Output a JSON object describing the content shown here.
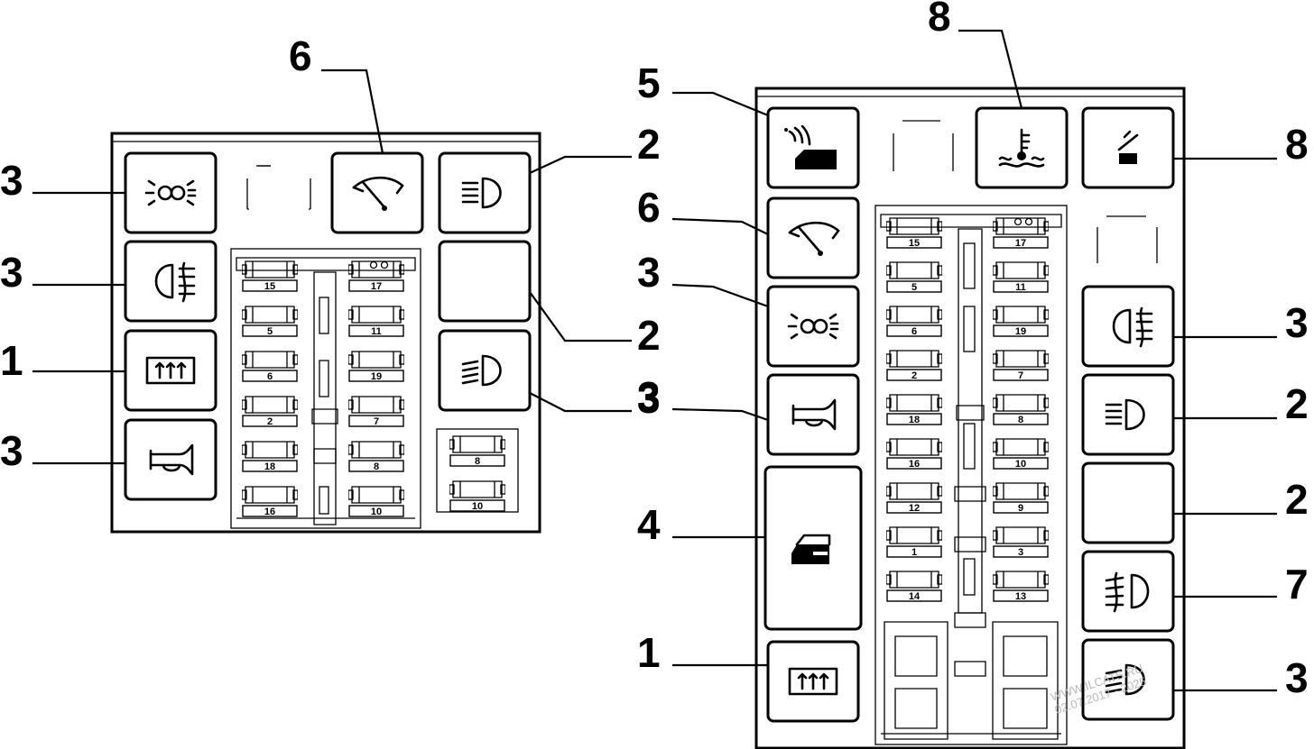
{
  "left_panel": {
    "callouts_left": [
      "3",
      "3",
      "1",
      "3"
    ],
    "callout_top": "6",
    "callouts_right": [
      "2",
      "2",
      "3"
    ],
    "fuses_left_col": [
      "15",
      "5",
      "6",
      "2",
      "18",
      "16"
    ],
    "fuses_right_col": [
      "17",
      "11",
      "19",
      "7",
      "8",
      "10"
    ],
    "aux_fuses": [
      "8",
      "10"
    ],
    "icons": {
      "top_row": [
        "side-lights-icon",
        "wiper-icon",
        "high-beam-icon"
      ],
      "left_column": [
        "side-lights-icon",
        "rear-fog-icon",
        "rear-defrost-icon",
        "horn-icon"
      ],
      "right_column": [
        "high-beam-icon",
        "blank-slot",
        "low-beam-icon"
      ]
    }
  },
  "right_panel": {
    "callouts_left": [
      "5",
      "6",
      "3",
      "3",
      "4",
      "1"
    ],
    "callouts_top": [
      "8"
    ],
    "callouts_right": [
      "8",
      "3",
      "2",
      "2",
      "7",
      "3"
    ],
    "fuses_left_col": [
      "15",
      "5",
      "6",
      "2",
      "18",
      "16",
      "12",
      "1",
      "14"
    ],
    "fuses_right_col": [
      "17",
      "11",
      "19",
      "7",
      "8",
      "10",
      "9",
      "3",
      "13"
    ],
    "icons": {
      "left_column": [
        "central-locking-icon",
        "wiper-icon",
        "side-lights-icon",
        "horn-icon",
        "door-icon",
        "rear-defrost-icon"
      ],
      "top_row": [
        "coolant-temperature-icon",
        "tailgate-icon"
      ],
      "right_column": [
        "rear-fog-icon",
        "high-beam-icon",
        "blank-slot",
        "front-fog-icon",
        "low-beam-icon"
      ]
    }
  },
  "watermark": {
    "line1": "WWW.ILCATS.RU",
    "line2": "02.07.2017 - 2025"
  }
}
